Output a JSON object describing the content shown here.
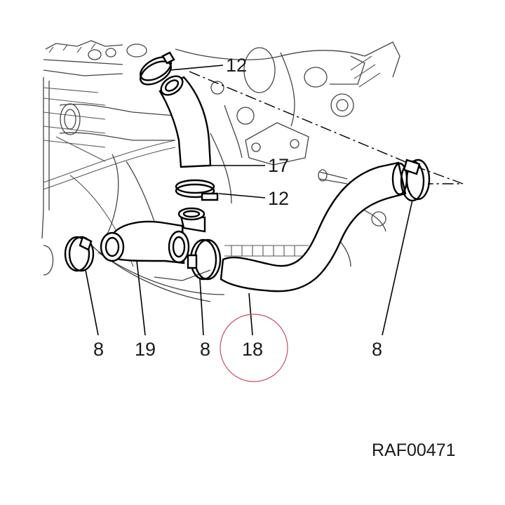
{
  "diagram": {
    "reference_code": "RAF00471",
    "highlight_color": "#c0506a",
    "callouts": [
      {
        "id": "c12a",
        "label": "12"
      },
      {
        "id": "c17",
        "label": "17"
      },
      {
        "id": "c12b",
        "label": "12"
      },
      {
        "id": "c8a",
        "label": "8"
      },
      {
        "id": "c19",
        "label": "19"
      },
      {
        "id": "c8b",
        "label": "8"
      },
      {
        "id": "c18",
        "label": "18"
      },
      {
        "id": "c8c",
        "label": "8"
      }
    ]
  }
}
